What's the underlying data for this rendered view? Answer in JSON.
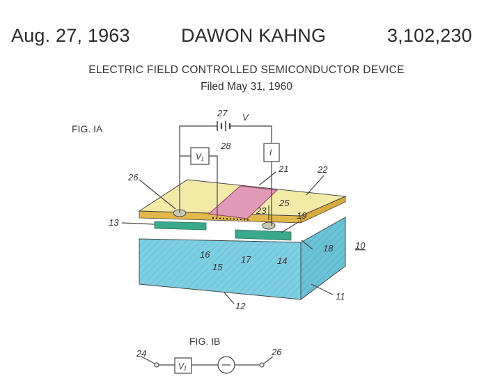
{
  "header": {
    "date": "Aug. 27, 1963",
    "inventor": "DAWON KAHNG",
    "patent_number": "3,102,230"
  },
  "title": {
    "line1": "ELECTRIC FIELD CONTROLLED SEMICONDUCTOR DEVICE",
    "line2": "Filed May 31, 1960"
  },
  "figures": {
    "fig_1a_label": "FIG. IA",
    "fig_1b_label": "FIG. IB"
  },
  "fig1a_refs": {
    "r27": "27",
    "rV": "V",
    "r28": "28",
    "rV1": "V₁",
    "rI": "I",
    "r21": "21",
    "r22": "22",
    "r26": "26",
    "r25": "25",
    "r23": "23",
    "r19": "19",
    "r13": "13",
    "r10": "10",
    "r16": "16",
    "r15": "15",
    "r17": "17",
    "r14": "14",
    "r18": "18",
    "r11": "11",
    "r12": "12"
  },
  "fig1b_refs": {
    "r24": "24",
    "r26": "26",
    "rV1": "V₁"
  },
  "colors": {
    "substrate": "#7fcfe2",
    "oxide_top": "#f3eaa8",
    "oxide_edge": "#e2b84a",
    "gate_electrode": "#e29ab8",
    "diffused_region": "#3aa88a",
    "line": "#444444"
  }
}
